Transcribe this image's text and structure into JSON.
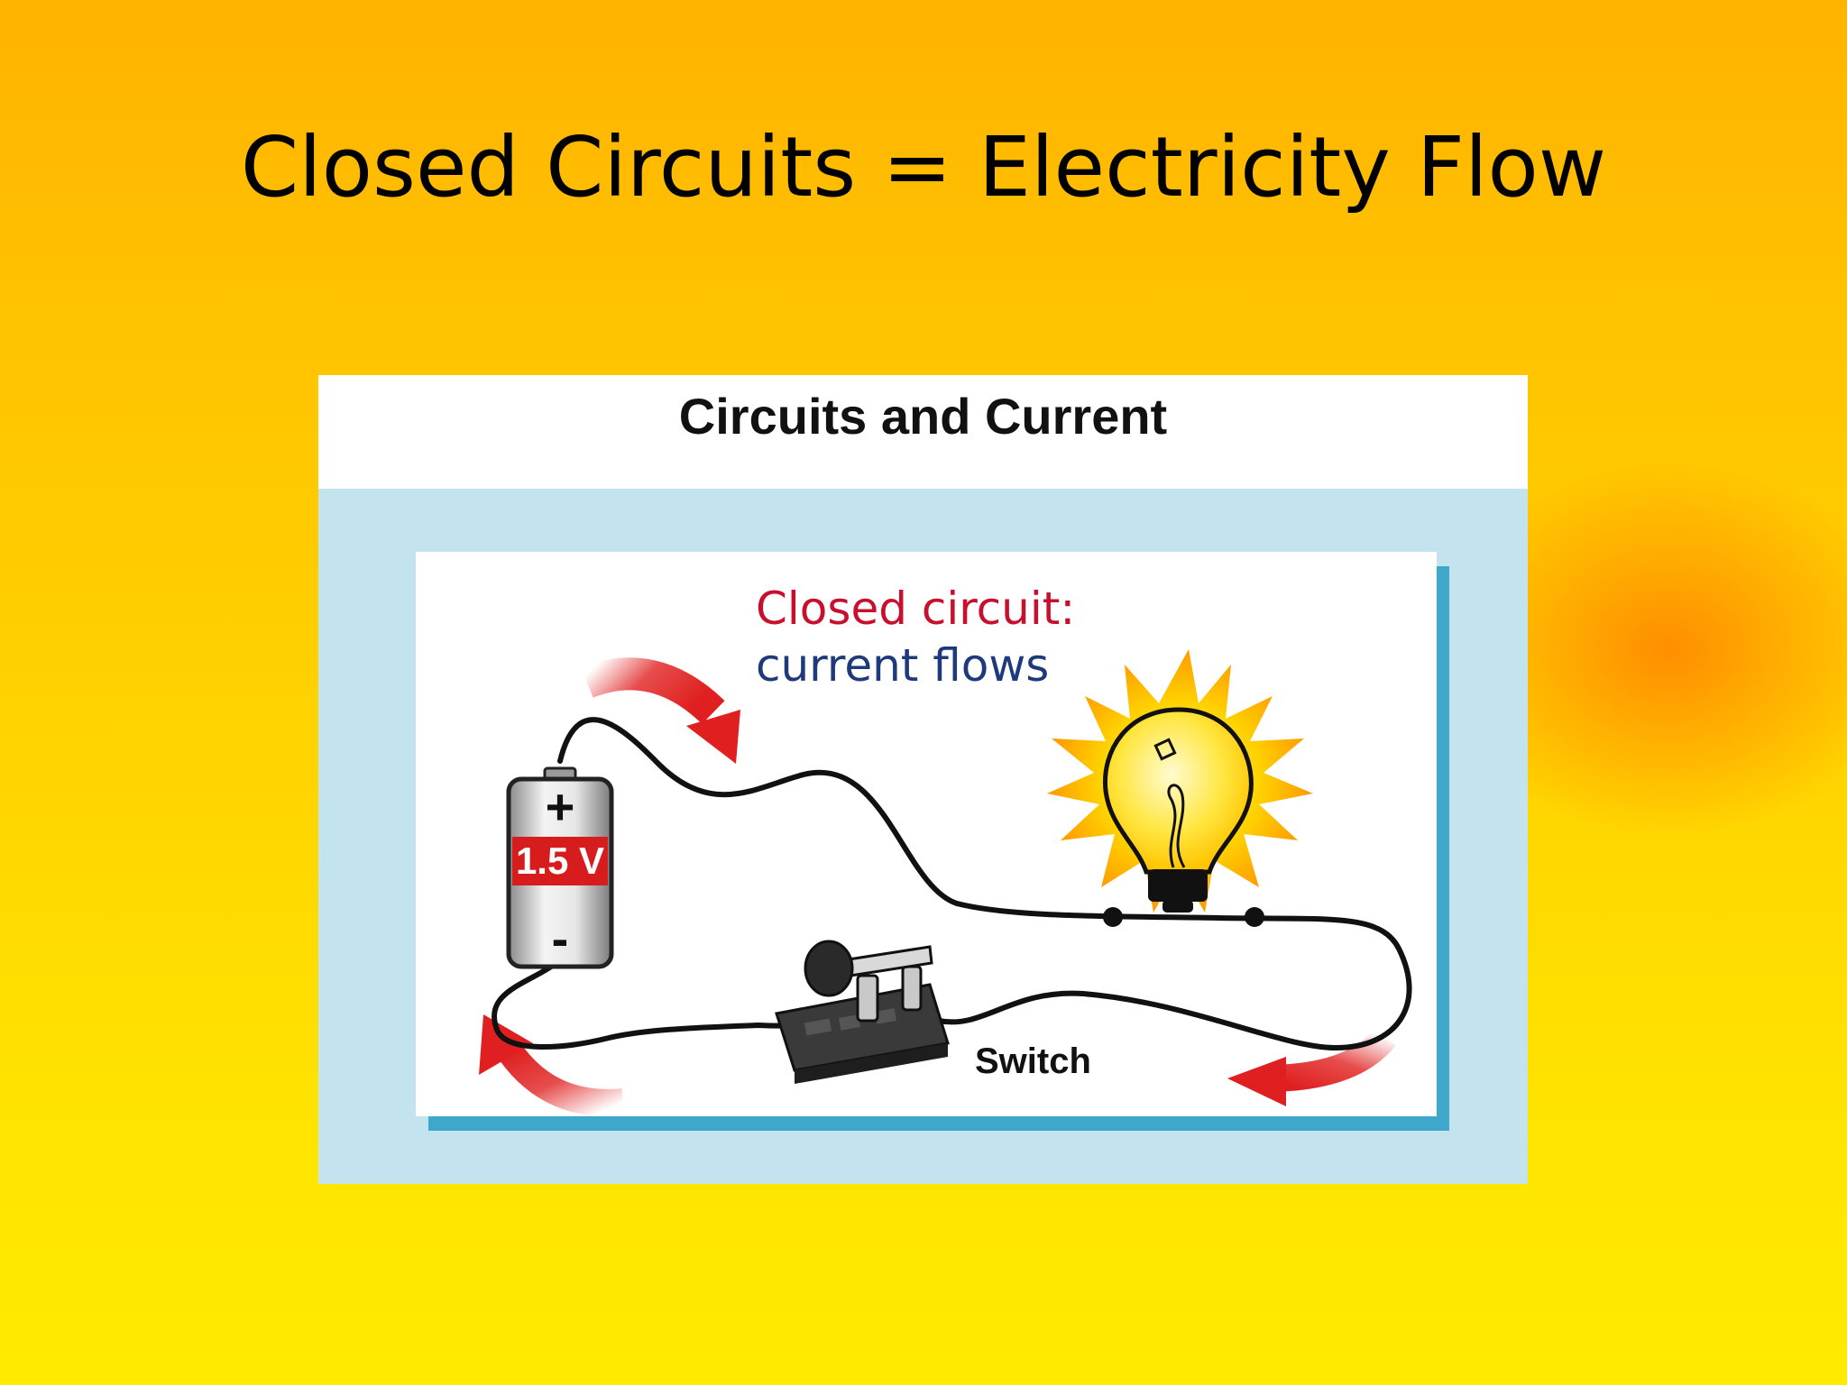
{
  "slide": {
    "title": "Closed Circuits = Electricity Flow"
  },
  "panel": {
    "title": "Circuits and Current"
  },
  "diagram": {
    "caption_line1": "Closed circuit:",
    "caption_line2": "current flows",
    "battery_plus": "+",
    "battery_minus": "-",
    "battery_voltage": "1.5 V",
    "switch_label": "Switch",
    "colors": {
      "caption_red": "#C8102E",
      "caption_blue": "#1E3A7A",
      "arrow_red": "#E02020",
      "panel_blue": "#C3E4EE",
      "card_shadow": "#3DA8CC",
      "bulb_yellow": "#FFE23A",
      "sun_orange": "#FFA800"
    },
    "icons": [
      "battery-icon",
      "light-bulb-icon",
      "knife-switch-icon",
      "current-arrow-icon"
    ]
  }
}
